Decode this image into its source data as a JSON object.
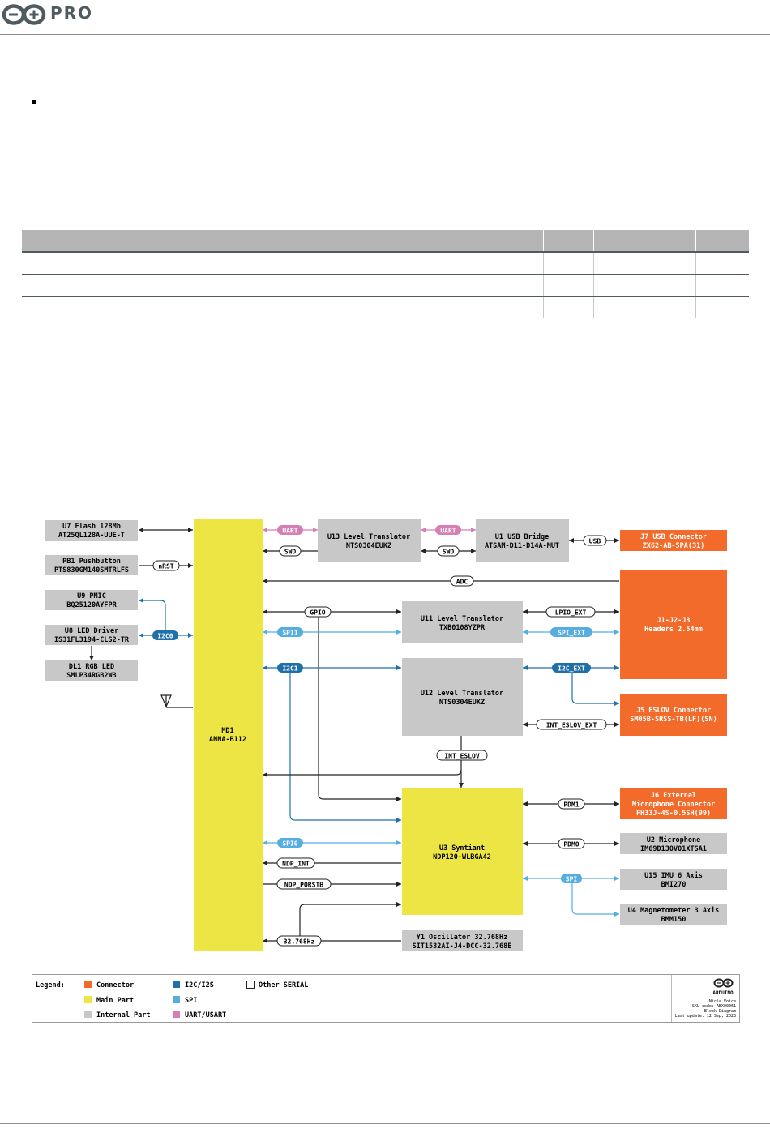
{
  "header": {
    "brand": "PRO"
  },
  "table": {
    "columns": 5,
    "rows": 3
  },
  "diagram": {
    "colors": {
      "connector": "#f26b2a",
      "main": "#ede543",
      "internal": "#c8c8c8",
      "i2c": "#1f6fa8",
      "spi": "#55ade0",
      "uart": "#d57fb5"
    },
    "blocks": {
      "u7": [
        "U7 Flash 128Mb",
        "AT25QL128A-UUE-T"
      ],
      "pb1": [
        "PB1 Pushbutton",
        "PTS830GM140SMTRLFS"
      ],
      "u9": [
        "U9 PMIC",
        "BQ25120AYFPR"
      ],
      "u8": [
        "U8 LED Driver",
        "IS31FL3194-CLS2-TR"
      ],
      "dl1": [
        "DL1 RGB LED",
        "SMLP34RGB2W3"
      ],
      "md1": [
        "MD1",
        "ANNA-B112"
      ],
      "u13": [
        "U13 Level Translator",
        "NTS0304EUKZ"
      ],
      "u1": [
        "U1 USB Bridge",
        "ATSAM-D11-D14A-MUT"
      ],
      "j7": [
        "J7 USB Connector",
        "ZX62-AB-5PA(31)"
      ],
      "j123": [
        "J1-J2-J3",
        "Headers 2.54mm"
      ],
      "u11": [
        "U11 Level Translator",
        "TXB0108YZPR"
      ],
      "u12": [
        "U12 Level Translator",
        "NTS0304EUKZ"
      ],
      "j5": [
        "J5 ESLOV Connector",
        "SM05B-SRSS-TB(LF)(SN)"
      ],
      "j6": [
        "J6 External",
        "Microphone Connector",
        "FH33J-4S-0.5SH(99)"
      ],
      "u3": [
        "U3 Syntiant",
        "NDP120-WLBGA42"
      ],
      "u2": [
        "U2 Microphone",
        "IM69D130V01XTSA1"
      ],
      "u15": [
        "U15 IMU 6 Axis",
        "BMI270"
      ],
      "u4": [
        "U4 Magnetometer 3 Axis",
        "BMM150"
      ],
      "y1": [
        "Y1 Oscillator 32.768Hz",
        "SIT1532AI-J4-DCC-32.768E"
      ]
    },
    "signals": {
      "uart1": "UART",
      "uart2": "UART",
      "swd1": "SWD",
      "swd2": "SWD",
      "usb": "USB",
      "nrst": "nRST",
      "adc": "ADC",
      "gpio": "GPIO",
      "lpio_ext": "LPIO_EXT",
      "spi1": "SPI1",
      "spi_ext": "SPI_EXT",
      "i2c0": "I2C0",
      "i2c1": "I2C1",
      "i2c_ext": "I2C_EXT",
      "int_eslov_ext": "INT_ESLOV_EXT",
      "int_eslov": "INT_ESLOV",
      "pdm1": "PDM1",
      "pdm0": "PDM0",
      "spi0": "SPI0",
      "spi": "SPI",
      "ndp_int": "NDP_INT",
      "ndp_porstb": "NDP_PORSTB",
      "clk": "32.768Hz"
    },
    "legend": {
      "title": "Legend:",
      "connector": "Connector",
      "main": "Main Part",
      "internal": "Internal Part",
      "i2c": "I2C/I2S",
      "spi": "SPI",
      "uart": "UART/USART",
      "other": "Other SERIAL"
    },
    "titleblock": {
      "brand": "ARDUINO",
      "lines": [
        "Nicla Voice",
        "SKU code: ABX00061",
        "Block Diagram",
        "Last update: 12 Sep, 2023"
      ]
    }
  }
}
